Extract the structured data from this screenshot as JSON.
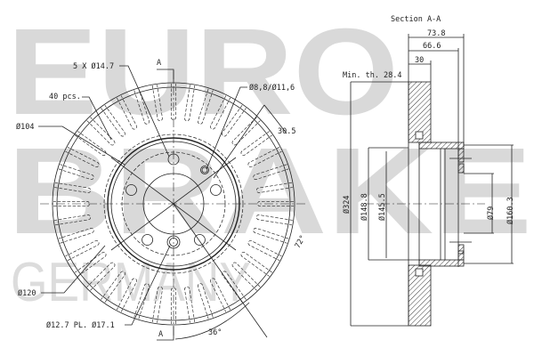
{
  "watermark": {
    "line1": "EURO",
    "line2": "BRAKE",
    "line3": "GERMANY"
  },
  "front_view": {
    "labels": {
      "bolt_holes": "5 X Ø14.7",
      "vanes": "40 pcs.",
      "dia_104": "Ø104",
      "dia_120": "Ø120",
      "small_hole": "Ø8,8/Ø11,6",
      "radial_30_5": "30.5",
      "angle_72": "72°",
      "angle_36": "36°",
      "pilot_holes": "Ø12.7 PL. Ø17.1",
      "section_mark_top": "A",
      "section_mark_bottom": "A"
    }
  },
  "section_view": {
    "title": "Section A-A",
    "labels": {
      "overall_height": "73.8",
      "hat_height": "66.6",
      "thickness": "30",
      "min_thickness": "Min. th. 28.4",
      "dia_324": "Ø324",
      "dia_148_8": "Ø148.8",
      "dia_145_5": "Ø145.5",
      "dia_79": "Ø79",
      "dia_160_3": "Ø160.3"
    }
  }
}
